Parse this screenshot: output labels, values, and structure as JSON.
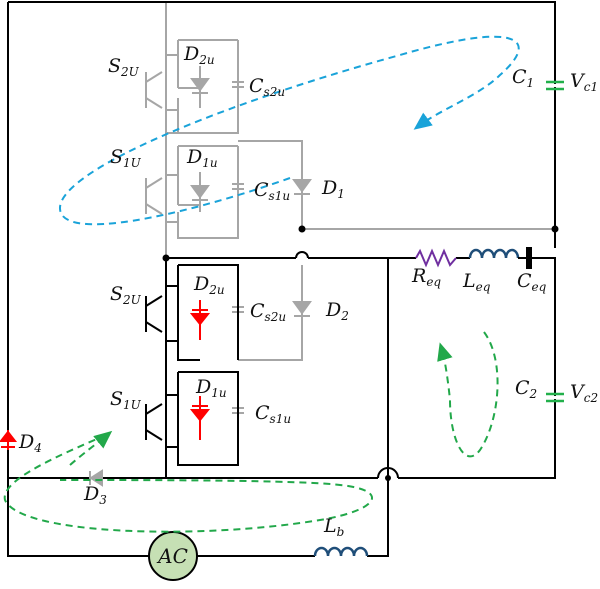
{
  "labels": {
    "s2u_top": {
      "main": "S",
      "sub": "2U"
    },
    "d2u_top": {
      "main": "D",
      "sub": "2u"
    },
    "cs2u_top": {
      "main": "C",
      "sub": "s2u"
    },
    "s1u_top": {
      "main": "S",
      "sub": "1U"
    },
    "d1u_top": {
      "main": "D",
      "sub": "1u"
    },
    "cs1u_top": {
      "main": "C",
      "sub": "s1u"
    },
    "d1": {
      "main": "D",
      "sub": "1"
    },
    "c1": {
      "main": "C",
      "sub": "1"
    },
    "vc1": {
      "main": "V",
      "sub": "c1"
    },
    "req": {
      "main": "R",
      "sub": "eq"
    },
    "leq": {
      "main": "L",
      "sub": "eq"
    },
    "ceq": {
      "main": "C",
      "sub": "eq"
    },
    "s2u_bot": {
      "main": "S",
      "sub": "2U"
    },
    "d2u_bot": {
      "main": "D",
      "sub": "2u"
    },
    "cs2u_bot": {
      "main": "C",
      "sub": "s2u"
    },
    "d2": {
      "main": "D",
      "sub": "2"
    },
    "s1u_bot": {
      "main": "S",
      "sub": "1U"
    },
    "d1u_bot": {
      "main": "D",
      "sub": "1u"
    },
    "cs1u_bot": {
      "main": "C",
      "sub": "s1u"
    },
    "c2": {
      "main": "C",
      "sub": "2"
    },
    "vc2": {
      "main": "V",
      "sub": "c2"
    },
    "d4": {
      "main": "D",
      "sub": "4"
    },
    "d3": {
      "main": "D",
      "sub": "3"
    },
    "lb": {
      "main": "L",
      "sub": "b"
    },
    "ac": "AC"
  },
  "colors": {
    "wire": "#000000",
    "inactive": "#a6a6a6",
    "active_diode": "#ff0000",
    "capacitor": "#22b04b",
    "resistor": "#7030a0",
    "inductor": "#1f4e79",
    "flow_upper": "#1aa3d9",
    "flow_lower": "#22a84a",
    "source_fill": "#c6e0b4"
  }
}
